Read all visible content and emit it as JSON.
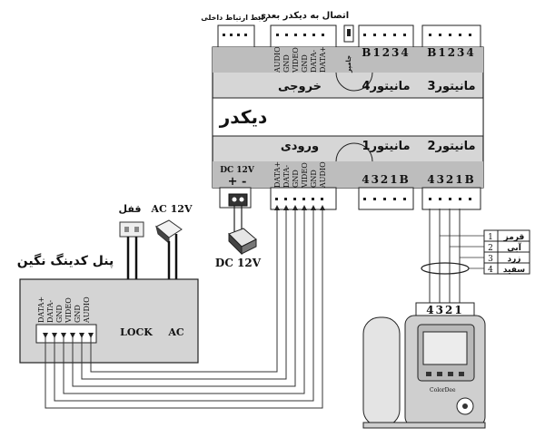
{
  "decoder": {
    "title": "دیکدر",
    "output_label": "خروجی",
    "input_label": "ورودی",
    "monitor1": "مانیتور1",
    "monitor2": "مانیتور2",
    "monitor3": "مانیتور3",
    "monitor4": "مانیتور4",
    "jumper": "جامپر",
    "top_label_intercom": "رابط ارتباط داخلی",
    "top_label_next": "اتصال به دیکدر بعدی",
    "out_pins": [
      "AUDIO",
      "GND",
      "VIDEO",
      "GND",
      "DATA-",
      "DATA+"
    ],
    "in_pins": [
      "DATA+",
      "DATA-",
      "GND",
      "VIDEO",
      "GND",
      "AUDIO"
    ],
    "mon_top_pins": "B1234",
    "mon_bottom_pins": "4321B",
    "dc_label": "DC 12V",
    "dc_polarity": "+ -"
  },
  "power": {
    "adapter_label": "DC 12V"
  },
  "panel": {
    "title": "پنل کدینگ نگین",
    "pins": [
      "DATA+",
      "DATA-",
      "GND",
      "VIDEO",
      "GND",
      "AUDIO"
    ],
    "lock_label": "LOCK",
    "ac_label": "AC"
  },
  "connectors": {
    "lock_top": "قفل",
    "ac_top": "AC 12V"
  },
  "monitor_unit": {
    "pins": "4321",
    "brand": "ColorDee"
  },
  "color_table": {
    "rows": [
      {
        "num": "1",
        "color": "قرمز"
      },
      {
        "num": "2",
        "color": "آبی"
      },
      {
        "num": "3",
        "color": "زرد"
      },
      {
        "num": "4",
        "color": "سفید"
      }
    ]
  }
}
